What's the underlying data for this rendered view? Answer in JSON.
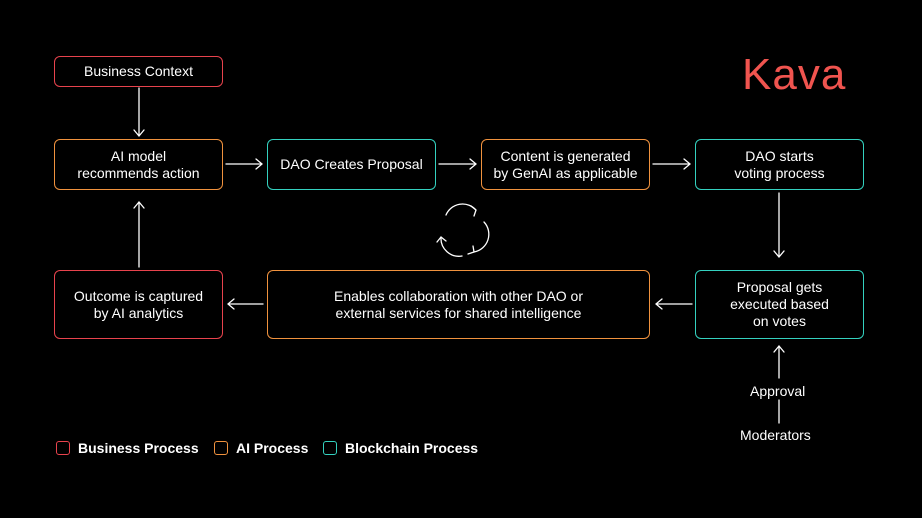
{
  "brand": {
    "logo_text": "Kava",
    "color": "#f0544f"
  },
  "colors": {
    "business": "#e8434d",
    "ai": "#f0923e",
    "blockchain": "#34d1bf"
  },
  "nodes": {
    "business_context": "Business Context",
    "ai_recommends": "AI model\nrecommends action",
    "dao_creates": "DAO Creates Proposal",
    "content_generated": "Content is generated\nby GenAI as applicable",
    "dao_voting": "DAO starts\nvoting process",
    "proposal_executed": "Proposal gets\nexecuted based\non votes",
    "collaboration": "Enables collaboration with other DAO or\nexternal services for shared intelligence",
    "outcome_captured": "Outcome is captured\nby AI analytics"
  },
  "labels": {
    "approval": "Approval",
    "moderators": "Moderators"
  },
  "icons": {
    "cycle": "refresh-cycle-icon"
  },
  "legend": [
    {
      "label": "Business Process",
      "kind": "business"
    },
    {
      "label": "AI Process",
      "kind": "ai"
    },
    {
      "label": "Blockchain Process",
      "kind": "blockchain"
    }
  ]
}
